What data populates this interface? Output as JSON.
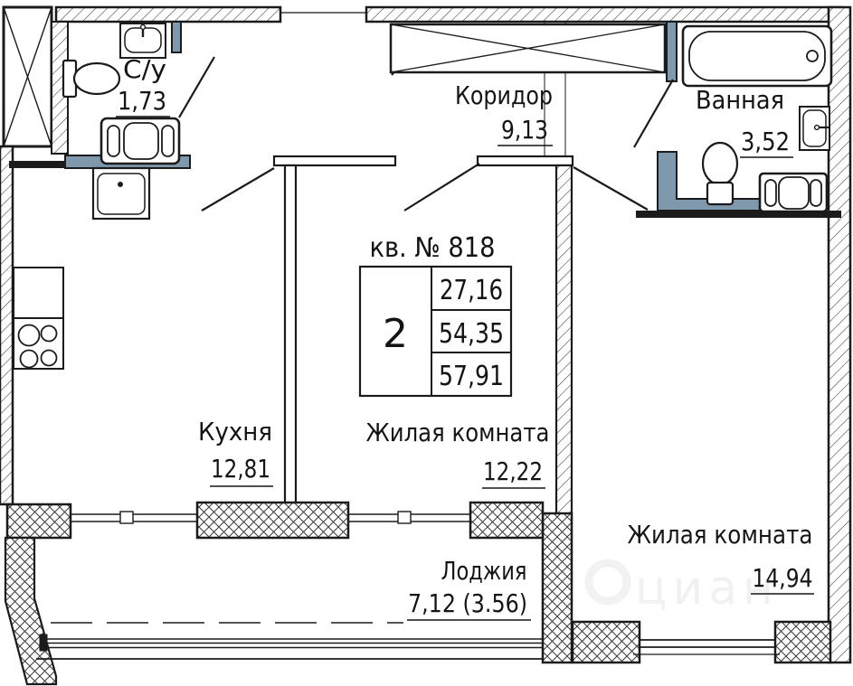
{
  "title_block": {
    "apartment_title": "кв. № 818",
    "rooms_count": "2",
    "areas": [
      "27,16",
      "54,35",
      "57,91"
    ]
  },
  "rooms": [
    {
      "name": "С/у",
      "area": "1,73"
    },
    {
      "name": "Коридор",
      "area": "9,13"
    },
    {
      "name": "Ванная",
      "area": "3,52"
    },
    {
      "name": "Кухня",
      "area": "12,81"
    },
    {
      "name": "Жилая комната",
      "area": "12,22"
    },
    {
      "name": "Жилая комната",
      "area": "14,94"
    },
    {
      "name": "Лоджия",
      "area": "7,12 (3.56)"
    }
  ],
  "watermark": "циан",
  "colors": {
    "line": "#1b1b1b",
    "wet_wall": "#7f98ac"
  }
}
